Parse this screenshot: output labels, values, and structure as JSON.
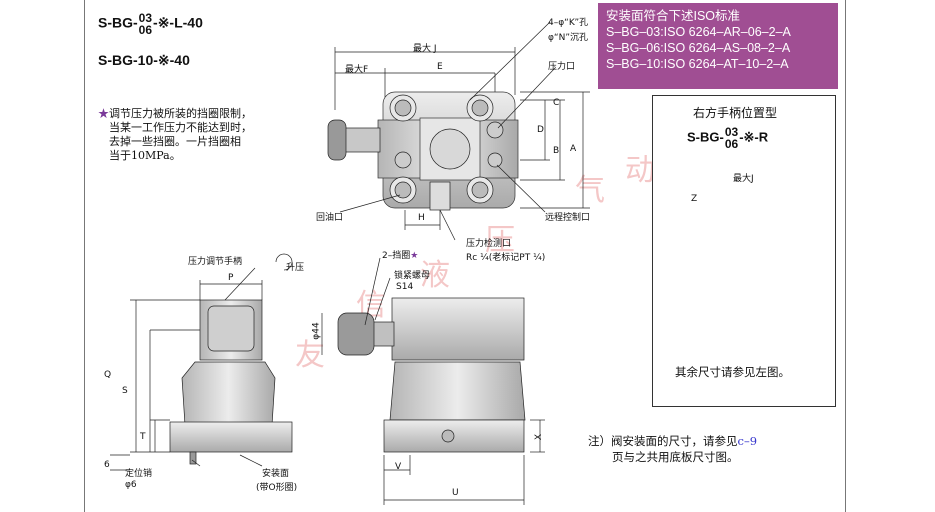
{
  "models": {
    "line1_prefix": "S-BG-",
    "line1_top": "03",
    "line1_bottom": "06",
    "line1_suffix": "-※-L-40",
    "line2": "S-BG-10-※-40"
  },
  "note_star": "★",
  "note_lines": [
    "调节压力被所装的挡圈限制，",
    "当某一工作压力不能达到时，",
    "去掉一些挡圈。一片挡圈相",
    "当于10MPa。"
  ],
  "iso_box": {
    "title": "安装面符合下述ISO标准",
    "lines": [
      "S–BG–03:ISO 6264–AR–06–2–A",
      "S–BG–06:ISO 6264–AS–08–2–A",
      "S–BG–10:ISO 6264–AT–10–2–A"
    ],
    "bg_color": "#a04e93"
  },
  "right_panel": {
    "title": "右方手柄位置型",
    "model_prefix": "S-BG-",
    "model_top": "03",
    "model_bottom": "06",
    "model_suffix": "-※-R",
    "dim_j": "最大J",
    "dim_z": "Z",
    "footer": "其余尺寸请参见左图。"
  },
  "top_view_labels": {
    "holes": "4–φ“K”孔",
    "counterbore": "φ“N”沉孔",
    "max_j": "最大 J",
    "max_f": "最大F",
    "e": "E",
    "pressure_port": "压力口",
    "c": "C",
    "d": "D",
    "b": "B",
    "a": "A",
    "return_port": "回油口",
    "h": "H",
    "remote_port": "远程控制口",
    "gauge_port": "压力检测口",
    "gauge_thread": "Rc ¼(老标记PT ¼)"
  },
  "side_view_labels": {
    "handle": "压力调节手柄",
    "raise": "升压",
    "p": "P",
    "q": "Q",
    "s": "S",
    "t": "T",
    "six": "6",
    "pin": "定位销",
    "pin_dia": "φ6",
    "mount_face": "安装面",
    "mount_face_note": "(带O形圈)"
  },
  "front_view_labels": {
    "rings": "2–挡圈",
    "ring_star": "★",
    "lock_nut": "锁紧螺母",
    "s14": "S14",
    "dia44": "φ44",
    "x": "X",
    "v": "V",
    "u": "U"
  },
  "footnote": {
    "line1_prefix": "注）阀安装面的尺寸，请参见",
    "line1_link": "c–9",
    "line2": "页与之共用底板尺寸图。"
  },
  "watermark": [
    "友",
    "信",
    "液",
    "压",
    "气",
    "动"
  ],
  "colors": {
    "accent": "#a04e93",
    "link": "#3333cc",
    "star": "#7a3a9a",
    "watermark": "#f4c7c7",
    "body_gray": "#d9d9d9"
  }
}
